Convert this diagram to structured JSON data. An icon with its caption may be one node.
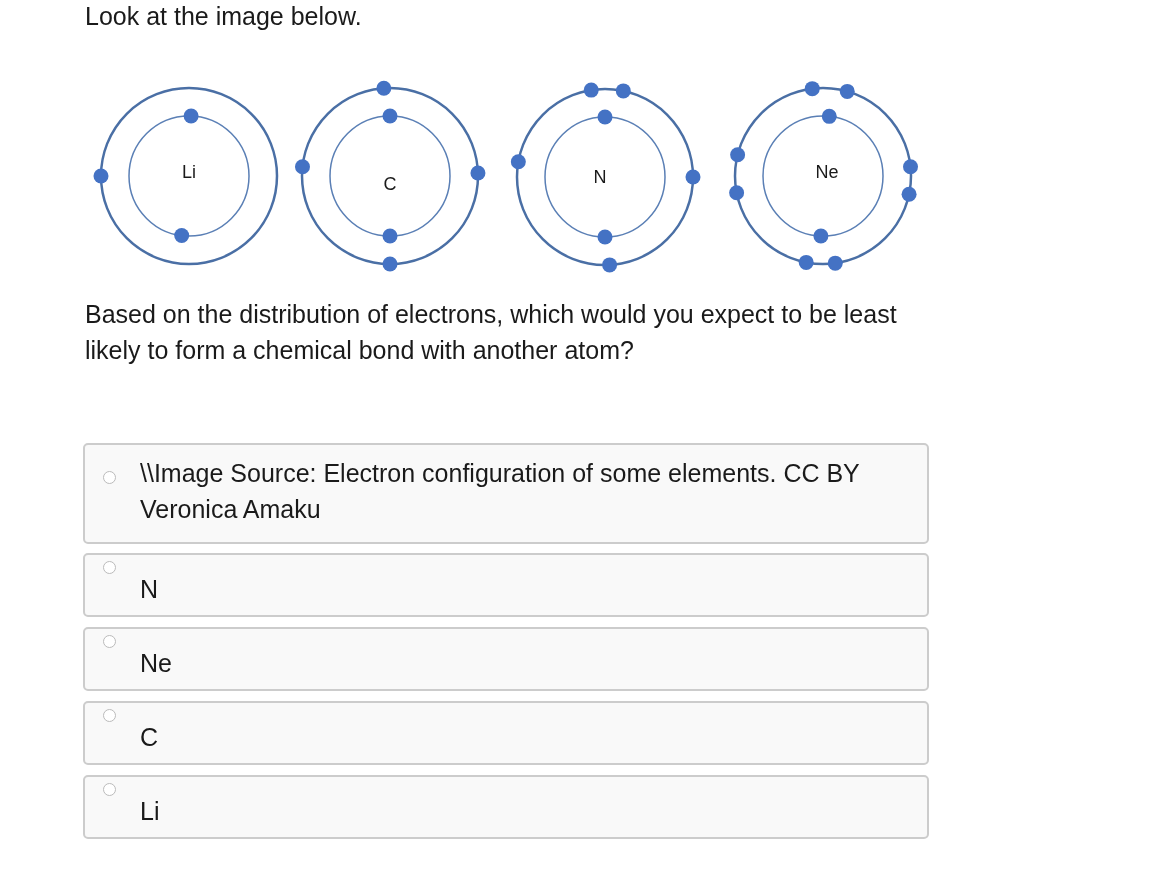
{
  "diagram": {
    "title": "Look at the image below.",
    "nodes": [
      {
        "text": [
          "Li"
        ]
      },
      {
        "text": [
          "C"
        ]
      },
      {
        "text": [
          "N"
        ]
      },
      {
        "text": [
          "Ne"
        ]
      },
      {
        "text": [
          "\\\\Image Source: Electron configuration of some elements. CC BY Veronica Amaku"
        ]
      },
      {
        "text": [
          "N"
        ]
      },
      {
        "text": [
          "Ne"
        ]
      },
      {
        "text": [
          "C"
        ]
      },
      {
        "text": [
          "Li"
        ]
      }
    ],
    "labels": [
      "Based on the distribution of electrons, which would you expect to be least likely to form a chemical bond with another atom?"
    ]
  }
}
